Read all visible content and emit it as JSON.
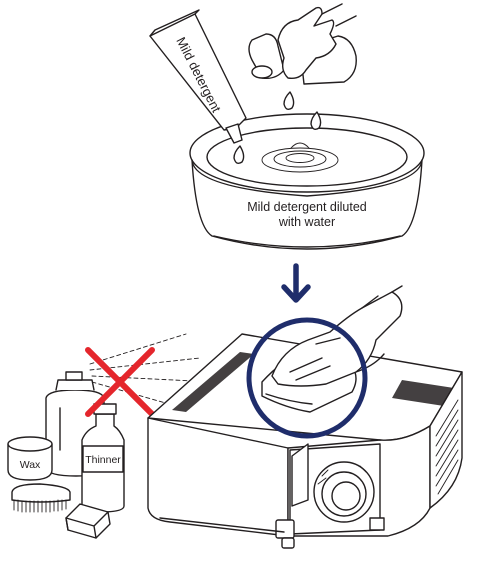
{
  "labels": {
    "bottle": "Mild detergent",
    "bowl_line1": "Mild detergent diluted",
    "bowl_line2": "with water",
    "wax": "Wax",
    "thinner": "Thinner"
  },
  "colors": {
    "arrow": "#1f2d6b",
    "highlight_circle": "#1f2d6b",
    "prohibited_cross": "#e4262c",
    "line_art": "#231f20"
  },
  "icons": {
    "step_arrow": "arrow-down-icon",
    "prohibited": "cross-icon",
    "highlight": "circle-highlight"
  }
}
